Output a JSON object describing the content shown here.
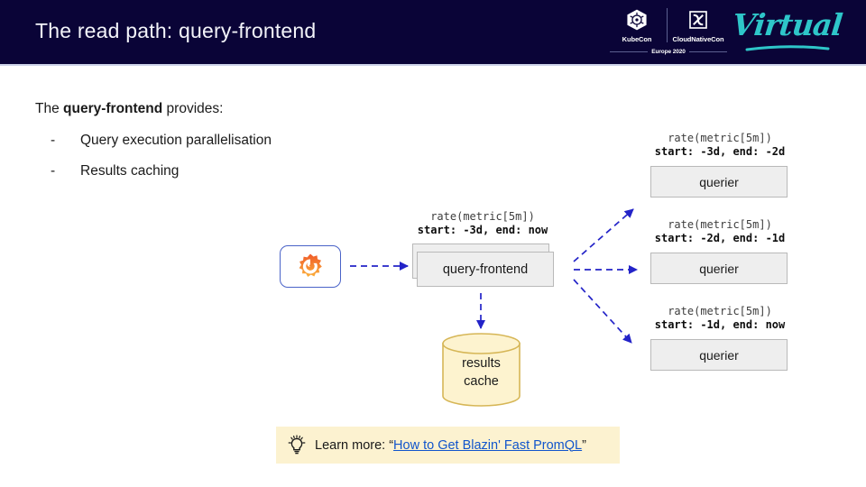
{
  "header": {
    "title": "The read path: query-frontend",
    "bg_color": "#0a0437",
    "logos": {
      "kubecon_label": "KubeCon",
      "cloudnativecon_label": "CloudNativeCon",
      "edition_label": "Europe 2020",
      "virtual_label": "Virtual",
      "virtual_color": "#2ec6c9"
    }
  },
  "body": {
    "intro_prefix": "The ",
    "intro_bold": "query-frontend",
    "intro_suffix": " provides:",
    "bullet_marker": "-",
    "bullets": [
      {
        "label": "Query execution parallelisation"
      },
      {
        "label": "Results caching"
      }
    ]
  },
  "diagram": {
    "client": {
      "name": "grafana-logo",
      "border_color": "#4a63c8"
    },
    "query_frontend": {
      "label": "query-frontend",
      "code_rate": "rate(metric[5m])",
      "code_range": "start: -3d, end: now",
      "box_fill": "#eeeeee",
      "box_border": "#b9b9b9"
    },
    "cache": {
      "line1": "results",
      "line2": "cache",
      "fill": "#fdf3cf",
      "border": "#d6b656"
    },
    "arrow_color": "#2323c8",
    "queriers": [
      {
        "label": "querier",
        "code_rate": "rate(metric[5m])",
        "code_range": "start: -3d, end: -2d"
      },
      {
        "label": "querier",
        "code_rate": "rate(metric[5m])",
        "code_range": "start: -2d, end: -1d"
      },
      {
        "label": "querier",
        "code_rate": "rate(metric[5m])",
        "code_range": "start: -1d, end: now"
      }
    ]
  },
  "callout": {
    "icon": "lightbulb-icon",
    "prefix": "Learn more: “",
    "link_text": "How to Get Blazin' Fast PromQL",
    "suffix": "”",
    "bg_color": "#fcf2d0",
    "link_color": "#1155cc"
  }
}
